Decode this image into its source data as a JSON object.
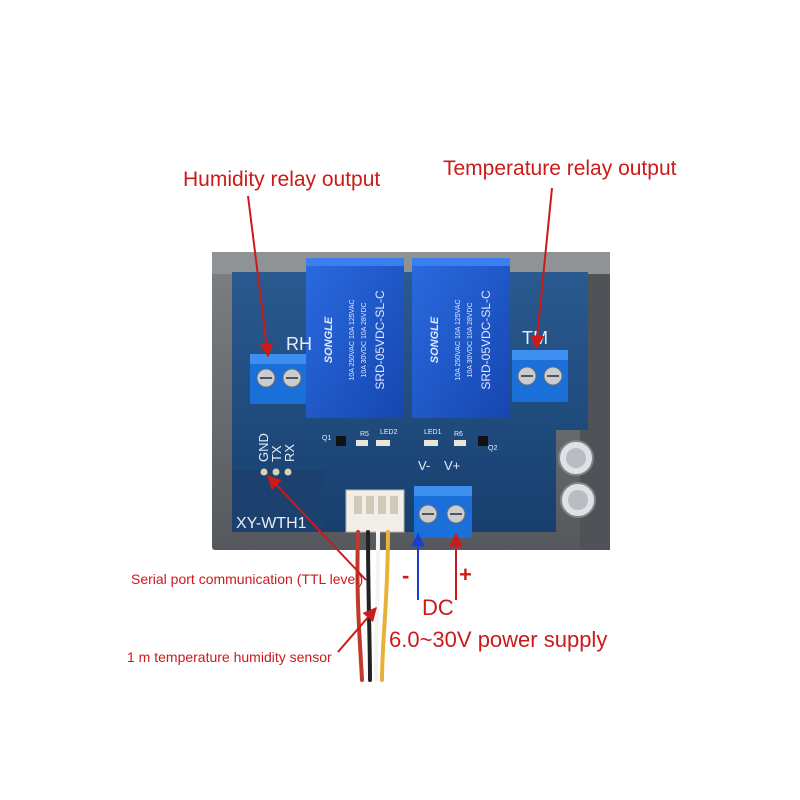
{
  "labels": {
    "humidity_relay": "Humidity relay output",
    "temperature_relay": "Temperature relay output",
    "serial_port": "Serial port communication (TTL level)",
    "sensor": "1 m temperature humidity sensor",
    "minus": "-",
    "plus": "+",
    "dc": "DC",
    "power_supply": "6.0~30V power supply"
  },
  "board": {
    "rh": "RH",
    "tm": "TM",
    "gnd": "GND",
    "tx": "TX",
    "rx": "RX",
    "model": "XY-WTH1",
    "vminus": "V-",
    "vplus": "V+",
    "q1": "Q1",
    "q2": "Q2",
    "led1": "LED1",
    "led2": "LED2",
    "r5": "R5",
    "r6": "R6"
  },
  "relay": {
    "brand": "SONGLE",
    "model": "SRD-05VDC-SL-C",
    "rating1": "10A 250VAC 10A 125VAC",
    "rating2": "10A 30VDC 10A 28VDC"
  },
  "colors": {
    "annotation": "#cc1a1a",
    "board": "#1b4a80",
    "relay": "#1d57c8",
    "terminal": "#1a6fd8",
    "case": "#6d7074",
    "dc_negative_arrow": "#1a3fd0",
    "dc_positive_arrow": "#cc1a1a"
  }
}
